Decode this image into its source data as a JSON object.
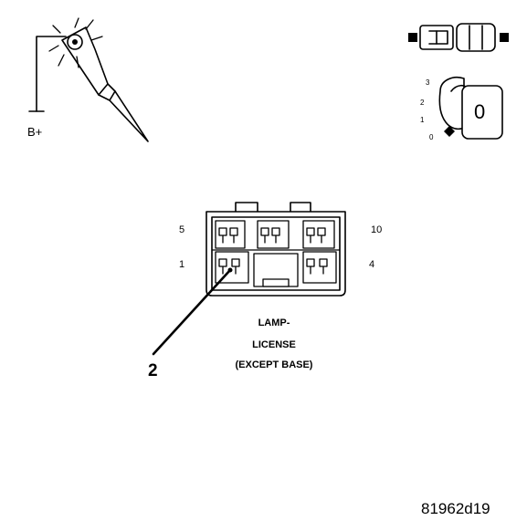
{
  "test_light": {
    "supply_label": "B+"
  },
  "ignition": {
    "positions": [
      "3",
      "2",
      "1",
      "0"
    ],
    "key_label": "0"
  },
  "connector": {
    "pin_labels": {
      "top_left": "5",
      "top_right": "10",
      "bottom_left": "1",
      "bottom_right": "4"
    },
    "title_lines": [
      "LAMP-",
      "LICENSE",
      "(EXCEPT BASE)"
    ],
    "callout": "2"
  },
  "figure_id": "81962d19"
}
